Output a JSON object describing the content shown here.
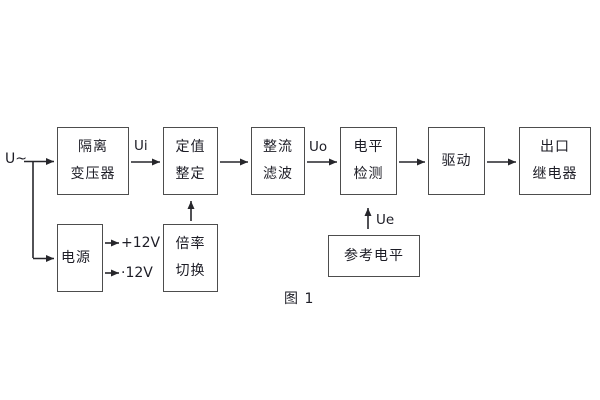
{
  "figure": {
    "caption": "图 1"
  },
  "colors": {
    "background": "#ffffff",
    "box_border": "#4d4d4d",
    "text": "#1d1d26",
    "line": "#26262b"
  },
  "signal_labels": {
    "input": "U~",
    "after_transformer": "Ui",
    "after_rectifier": "Uo",
    "reference": "Ue",
    "supply_positive": "+12V",
    "supply_negative": "·12V"
  },
  "blocks": {
    "isolation_transformer": {
      "line1": "隔离",
      "line2": "变压器"
    },
    "setting": {
      "line1": "定值",
      "line2": "整定"
    },
    "rectifier_filter": {
      "line1": "整流",
      "line2": "滤波"
    },
    "level_detection": {
      "line1": "电平",
      "line2": "检测"
    },
    "drive": {
      "label": "驱动"
    },
    "output_relay": {
      "line1": "出口",
      "line2": "继电器"
    },
    "power_supply": {
      "label": "电源"
    },
    "ratio_switch": {
      "line1": "倍率",
      "line2": "切换"
    },
    "reference_level": {
      "label": "参考电平"
    }
  }
}
